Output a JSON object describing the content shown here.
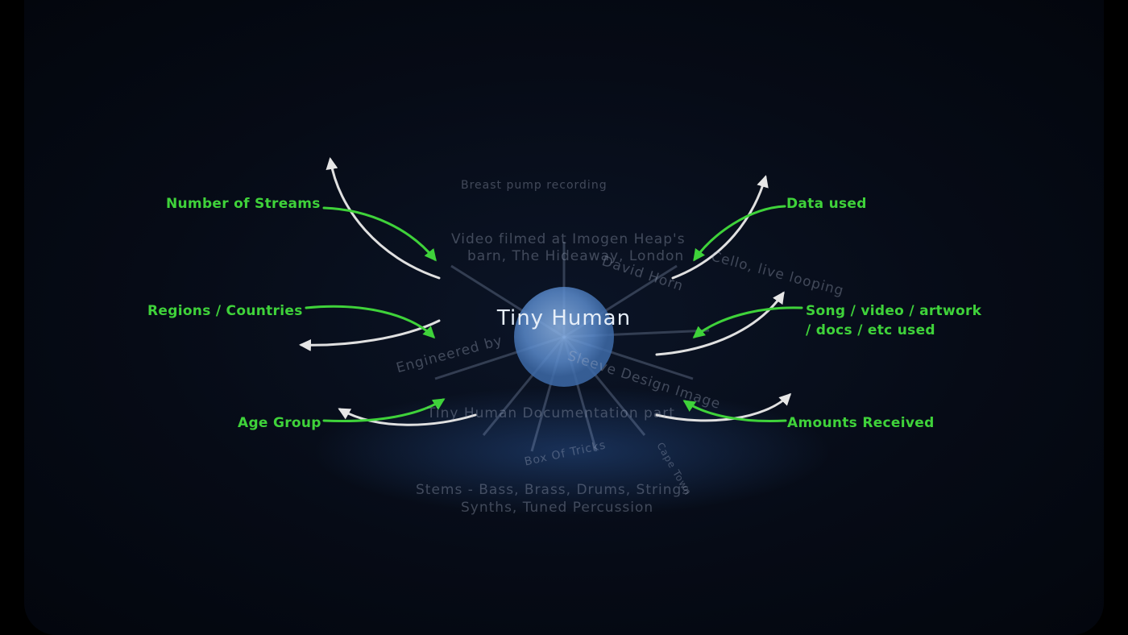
{
  "center": {
    "title": "Tiny Human"
  },
  "labels": {
    "streams": "Number of Streams",
    "regions": "Regions / Countries",
    "age": "Age Group",
    "data_used": "Data used",
    "song_line1": "Song / video / artwork",
    "song_line2": "/ docs / etc used",
    "amounts": "Amounts Received"
  },
  "background_text": {
    "t1": "Video filmed at Imogen Heap's",
    "t2": "barn, The Hideaway, London",
    "t3": "Breast pump recording",
    "t4": "David Horn",
    "t5": "Cello, live looping",
    "t6": "Engineered by",
    "t7": "Sleeve Design Image",
    "t8": "Tiny Human Documentation part",
    "t9": "Box Of Tricks",
    "t10": "Stems - Bass, Brass, Drums, Strings",
    "t11": "Synths, Tuned Percussion",
    "t12": "Cape Town"
  },
  "colors": {
    "inbound_arrow": "#3fd23a",
    "outbound_arrow": "#e0e0e0",
    "node": "#5b8fd0"
  }
}
